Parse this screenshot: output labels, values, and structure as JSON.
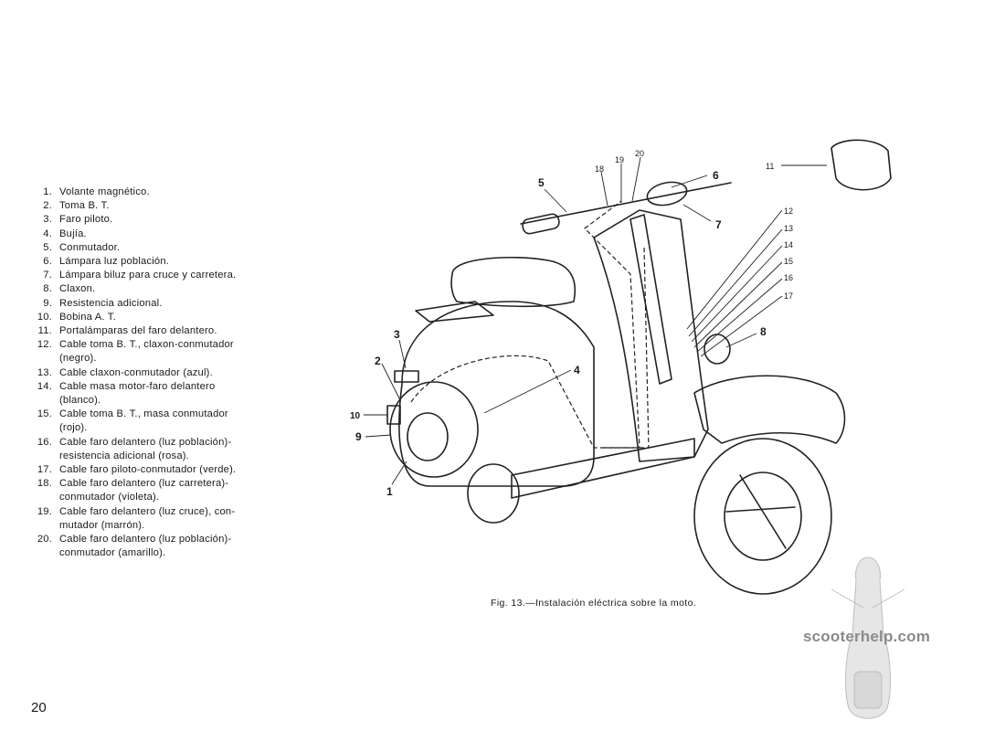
{
  "legend": [
    {
      "num": "1.",
      "lines": [
        "Volante magnético."
      ]
    },
    {
      "num": "2.",
      "lines": [
        "Toma B. T."
      ]
    },
    {
      "num": "3.",
      "lines": [
        "Faro piloto."
      ]
    },
    {
      "num": "4.",
      "lines": [
        "Bujía."
      ]
    },
    {
      "num": "5.",
      "lines": [
        "Conmutador."
      ]
    },
    {
      "num": "6.",
      "lines": [
        "Lámpara luz población."
      ]
    },
    {
      "num": "7.",
      "lines": [
        "Lámpara biluz para cruce y carretera."
      ]
    },
    {
      "num": "8.",
      "lines": [
        "Claxon."
      ]
    },
    {
      "num": "9.",
      "lines": [
        "Resistencia adicional."
      ]
    },
    {
      "num": "10.",
      "lines": [
        "Bobina A. T."
      ]
    },
    {
      "num": "11.",
      "lines": [
        "Portalámparas del faro delantero."
      ]
    },
    {
      "num": "12.",
      "lines": [
        "Cable toma B. T., claxon-conmutador",
        "(negro)."
      ]
    },
    {
      "num": "13.",
      "lines": [
        "Cable claxon-conmutador (azul)."
      ]
    },
    {
      "num": "14.",
      "lines": [
        "Cable masa motor-faro delantero",
        "(blanco)."
      ]
    },
    {
      "num": "15.",
      "lines": [
        "Cable toma B. T., masa conmutador",
        "(rojo)."
      ]
    },
    {
      "num": "16.",
      "lines": [
        "Cable faro delantero (luz población)-",
        "resistencia adicional (rosa)."
      ]
    },
    {
      "num": "17.",
      "lines": [
        "Cable faro piloto-conmutador (verde)."
      ]
    },
    {
      "num": "18.",
      "lines": [
        "Cable faro delantero (luz carretera)-",
        "conmutador (violeta)."
      ]
    },
    {
      "num": "19.",
      "lines": [
        "Cable faro delantero (luz cruce), con-",
        "mutador (marrón)."
      ]
    },
    {
      "num": "20.",
      "lines": [
        "Cable faro delantero (luz población)-",
        "conmutador (amarillo)."
      ]
    }
  ],
  "callouts": {
    "n1": "1",
    "n2": "2",
    "n3": "3",
    "n4": "4",
    "n5": "5",
    "n6": "6",
    "n7": "7",
    "n8": "8",
    "n9": "9",
    "n10": "10",
    "n11": "11",
    "n12": "12",
    "n13": "13",
    "n14": "14",
    "n15": "15",
    "n16": "16",
    "n17": "17",
    "n18": "18",
    "n19": "19",
    "n20": "20"
  },
  "caption": "Fig. 13.—Instalación eléctrica sobre la moto.",
  "page_number": "20",
  "watermark": "scooterhelp.com",
  "icons": {
    "figure": "scooter-wiring-diagram-icon",
    "logo": "scooter-watermark-icon"
  }
}
